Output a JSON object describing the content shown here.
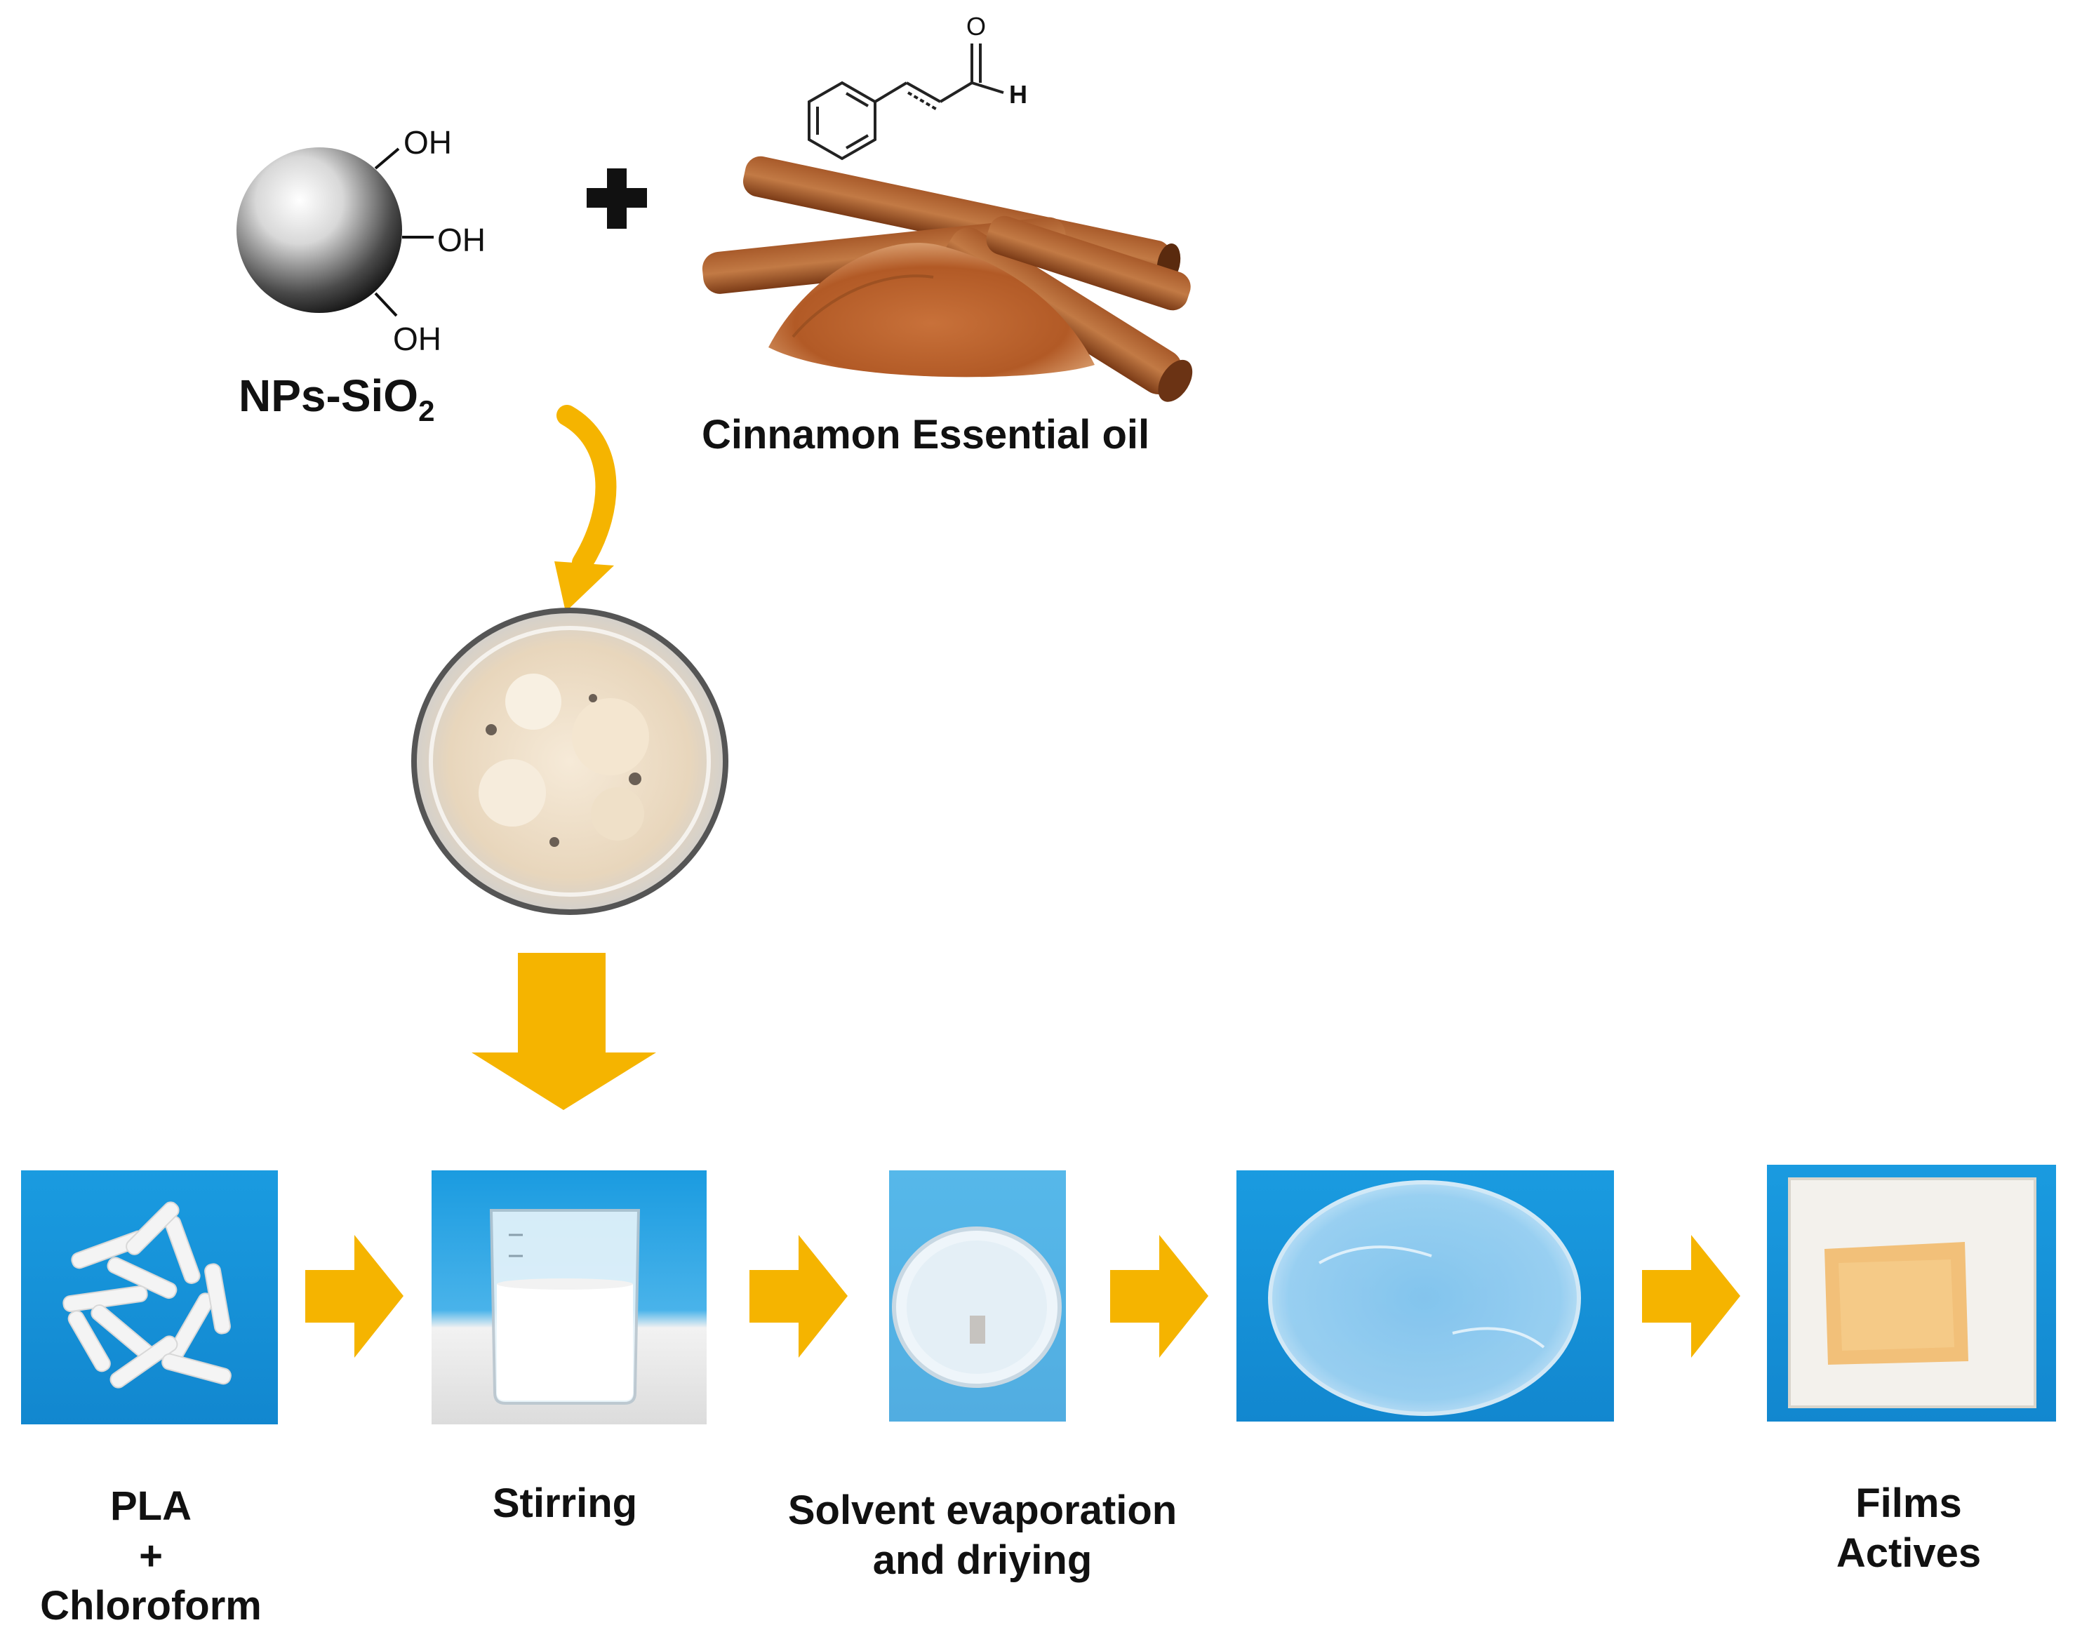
{
  "colors": {
    "arrow": "#f5b400",
    "photo_blue": "#1a9be0",
    "text": "#111111"
  },
  "reagents": {
    "silica_label": "NPs-SiO",
    "silica_subscript": "2",
    "hydroxyl_labels": [
      "OH",
      "OH",
      "OH"
    ],
    "plus": "+",
    "oil_label": "Cinnamon Essential oil",
    "aldehyde_h": "H",
    "aldehyde_o": "O"
  },
  "icons": [
    "silica-nanoparticle-icon",
    "cinnamaldehyde-structure-icon",
    "cinnamon-sticks-image",
    "petri-dish-powder-image",
    "down-arrow-icon",
    "right-arrow-icon"
  ],
  "steps": [
    {
      "label_lines": [
        "PLA",
        "+",
        "Chloroform"
      ]
    },
    {
      "label_lines": [
        "Stirring"
      ]
    },
    {
      "label_lines": [
        "Solvent evaporation",
        "and driying"
      ]
    },
    {
      "label_lines": []
    },
    {
      "label_lines": [
        "Films",
        "Actives"
      ]
    }
  ]
}
